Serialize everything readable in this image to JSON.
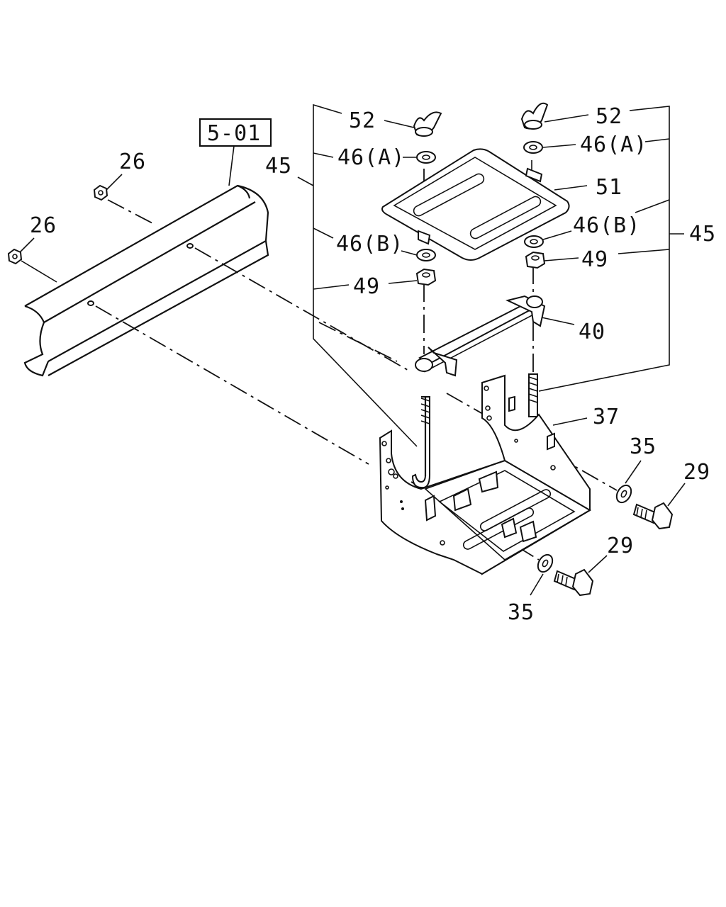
{
  "reference_box": "5-01",
  "callouts": {
    "c26_top": "26",
    "c26_left": "26",
    "c45_left": "45",
    "c45_right": "45",
    "c52_left": "52",
    "c52_right": "52",
    "c46a_left": "46(A)",
    "c46a_right": "46(A)",
    "c46b_left": "46(B)",
    "c46b_right": "46(B)",
    "c51": "51",
    "c49_left": "49",
    "c49_right": "49",
    "c40": "40",
    "c37": "37",
    "c35_upper": "35",
    "c35_lower": "35",
    "c29_upper": "29",
    "c29_lower": "29"
  }
}
